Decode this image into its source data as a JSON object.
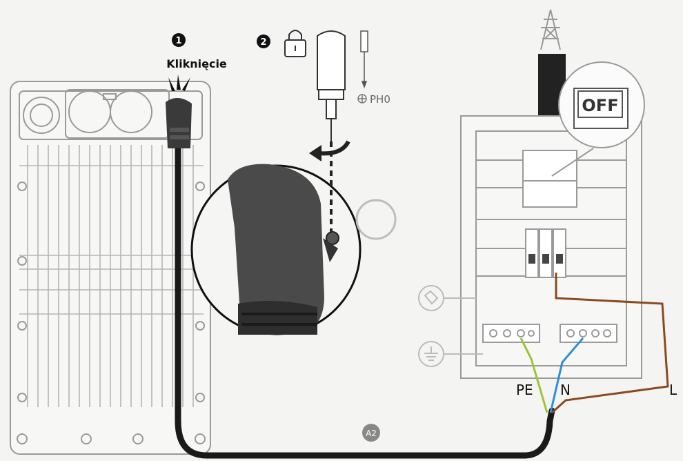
{
  "steps": {
    "step1": {
      "number": "1",
      "label": "Kliknięcie"
    },
    "step2": {
      "number": "2",
      "tool": "PH0",
      "lock_icon": "padlock-icon",
      "screwdriver_icon": "phillips-screwdriver-icon"
    }
  },
  "panel": {
    "switch_text": "OFF"
  },
  "wires": {
    "pe": "PE",
    "n": "N",
    "l": "L"
  },
  "cable_tag": "A2",
  "colors": {
    "cable": "#1a1a1a",
    "pe_wire": "#9bc43a",
    "n_wire": "#2f8fd6",
    "l_wire": "#8a4a1e",
    "badge": "#111111",
    "tag": "#888888"
  },
  "icons": [
    "transmission-tower-icon",
    "socket-icon",
    "ground-icon",
    "rotate-arrow-icon"
  ]
}
